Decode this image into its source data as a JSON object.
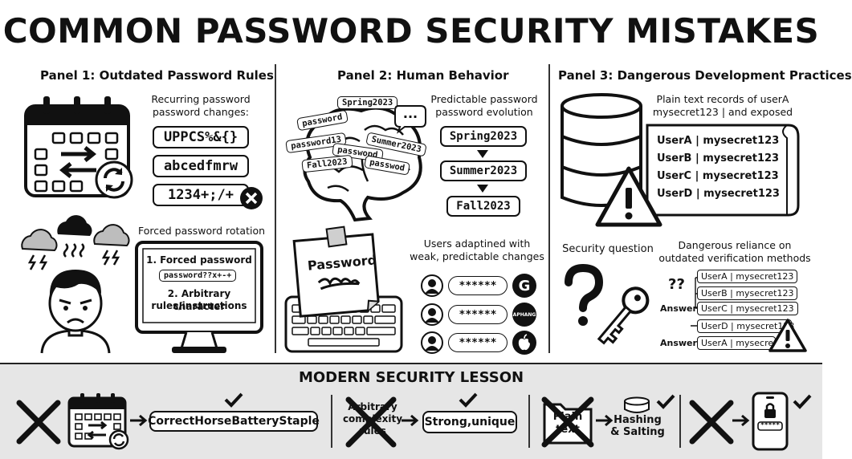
{
  "title": "COMMON PASSWORD SECURITY MISTAKES",
  "panel1": {
    "title": "Panel 1: Outdated Password Rules",
    "recurring_caption": [
      "Recurring password",
      "password changes:"
    ],
    "examples": [
      "UPPCS%&{}",
      "abcedfmrw",
      "1234+;/+"
    ],
    "rotation_caption": "Forced password rotation",
    "screen_item1": "1. Forced password",
    "screen_field": "password??x+-+",
    "screen_item2": [
      "2. Arbitrary character",
      "rules/instructions"
    ],
    "icons": [
      "calendar-icon",
      "refresh-icon",
      "x-icon",
      "storm-cloud-icon",
      "frustrated-person-icon",
      "monitor-icon"
    ]
  },
  "panel2": {
    "title": "Panel 2: Human Behavior",
    "brain_tags": [
      "password",
      "Spring2023",
      "password13",
      "Summer2023",
      "passwopd",
      "Fall2023",
      "passwod"
    ],
    "thought": "...",
    "evolution_caption": [
      "Predictable password",
      "password evolution"
    ],
    "evolution": [
      "Spring2023",
      "Summer2023",
      "Fall2023"
    ],
    "note_text": "Password",
    "users_caption": [
      "Users adaptined with",
      "weak, predictable changes"
    ],
    "fields": [
      "******",
      "******",
      "******"
    ],
    "brands": [
      "G",
      "APHANG",
      ""
    ],
    "icons": [
      "brain-icon",
      "sticky-note-icon",
      "keyboard-icon",
      "user-icon",
      "apple-icon"
    ]
  },
  "panel3": {
    "title": "Panel 3: Dangerous Development Practices",
    "plain_caption": [
      "Plain text records of userA",
      "mysecret123 | and exposed"
    ],
    "records": [
      "UserA | mysecret123",
      "UserB | mysecret123",
      "UserC | mysecret123",
      "UserD | mysecret123"
    ],
    "security_question": "Security question",
    "reliance_caption": [
      "Dangerous reliance on",
      "outdated verification methods"
    ],
    "qmarks": "??",
    "answer_label": "Answer",
    "mini_records": [
      "UserA | mysecret123",
      "UserB | mysecret123",
      "UserC | mysecret123",
      "UserD | mysecret123",
      "UserA | mysecret123"
    ],
    "icons": [
      "database-icon",
      "warning-icon",
      "question-mark-icon",
      "key-icon"
    ]
  },
  "bottom": {
    "title": "MODERN SECURITY LESSON",
    "passphrase": "CorrectHorseBatteryStaple",
    "arbitrary": [
      "Arbitrary",
      "complexity",
      "rules"
    ],
    "strong": "Strong,unique",
    "plain": [
      "Plain",
      "text"
    ],
    "hashing": [
      "Hashing",
      "& Salting"
    ],
    "phone_field": "*****",
    "icons": [
      "x-mark-icon",
      "calendar-icon",
      "arrow-icon",
      "check-icon",
      "folder-icon",
      "database-icon",
      "phone-lock-icon"
    ]
  }
}
